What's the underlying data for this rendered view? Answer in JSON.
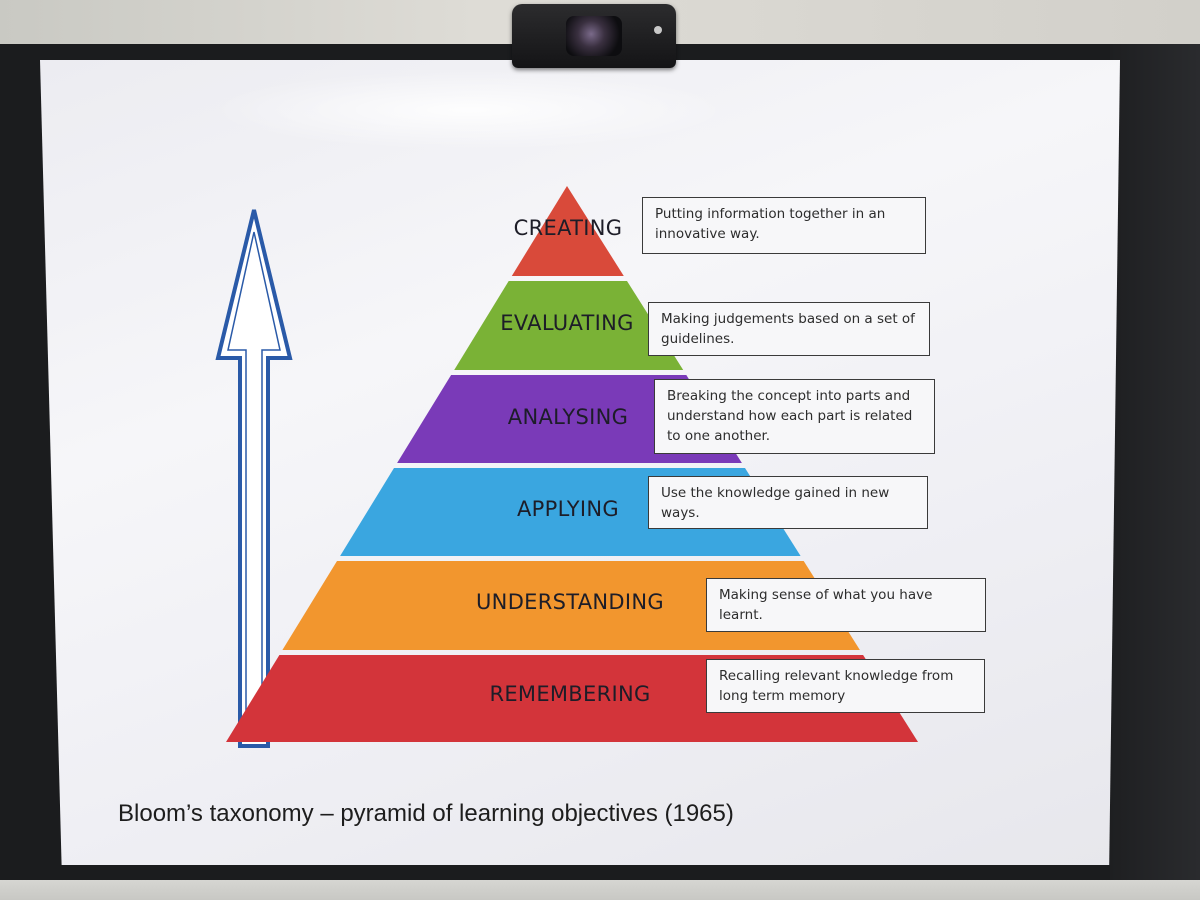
{
  "slide": {
    "caption": "Bloom’s taxonomy – pyramid of learning objectives (1965)",
    "levels": [
      {
        "label": "CREATING",
        "description": "Putting information together in an innovative way.",
        "color": "#d94a3a"
      },
      {
        "label": "EVALUATING",
        "description": "Making judgements based on a set of guidelines.",
        "color": "#7ab236"
      },
      {
        "label": "ANALYSING",
        "description": "Breaking the concept into parts and understand how each part is related to one another.",
        "color": "#7a3ab8"
      },
      {
        "label": "APPLYING",
        "description": "Use the knowledge gained in new ways.",
        "color": "#3aa6e0"
      },
      {
        "label": "UNDERSTANDING",
        "description": "Making sense of what you have learnt.",
        "color": "#f2962e"
      },
      {
        "label": "REMEMBERING",
        "description": "Recalling relevant knowledge from long term memory",
        "color": "#d3343a"
      }
    ],
    "arrow_color": "#2a5aa8"
  }
}
